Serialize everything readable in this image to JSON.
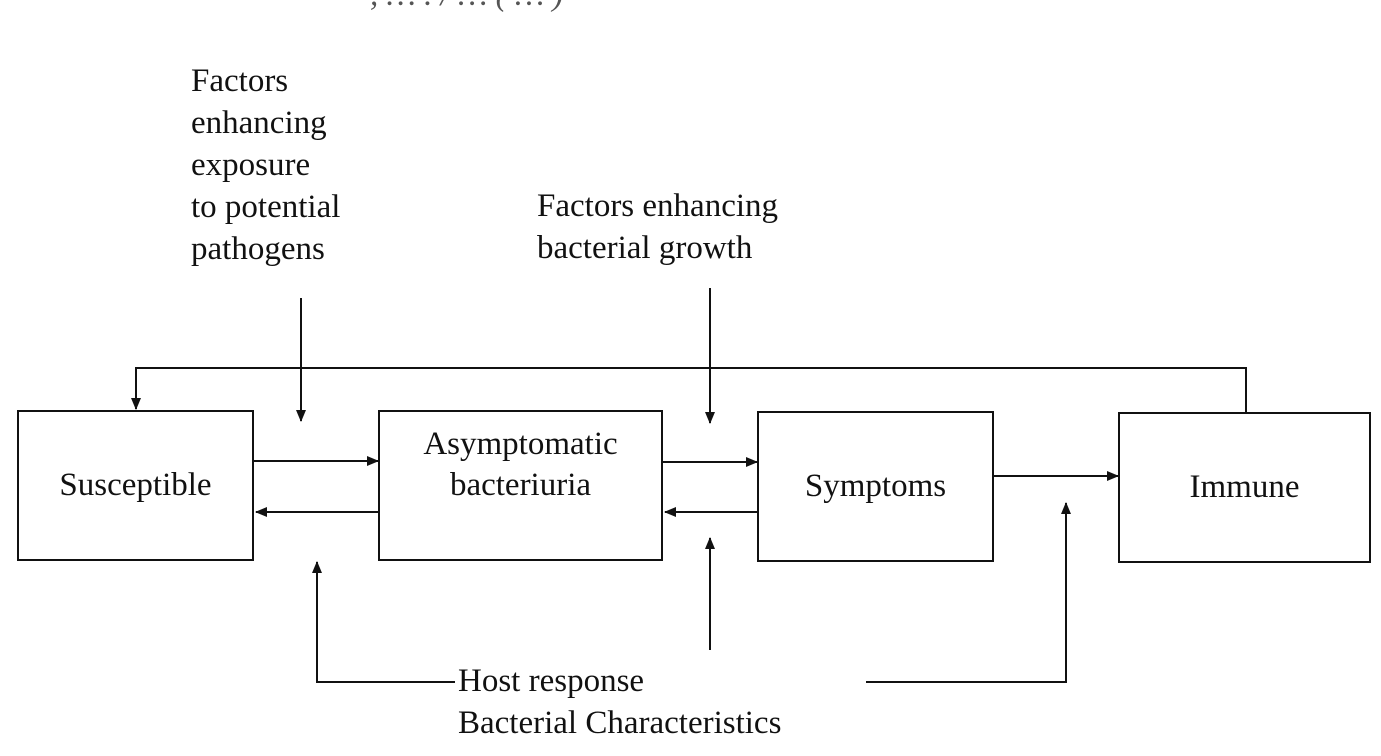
{
  "header": {
    "partial_text": ", … . / … ( … )"
  },
  "factors": {
    "exposure": [
      "Factors",
      "enhancing",
      "exposure",
      "to potential",
      "pathogens"
    ],
    "growth": [
      "Factors enhancing",
      "bacterial growth"
    ]
  },
  "states": {
    "susceptible": "Susceptible",
    "asymptomatic": [
      "Asymptomatic",
      "bacteriuria"
    ],
    "symptoms": "Symptoms",
    "immune": "Immune"
  },
  "bottom": {
    "line1": "Host response",
    "line2": "Bacterial Characteristics"
  }
}
